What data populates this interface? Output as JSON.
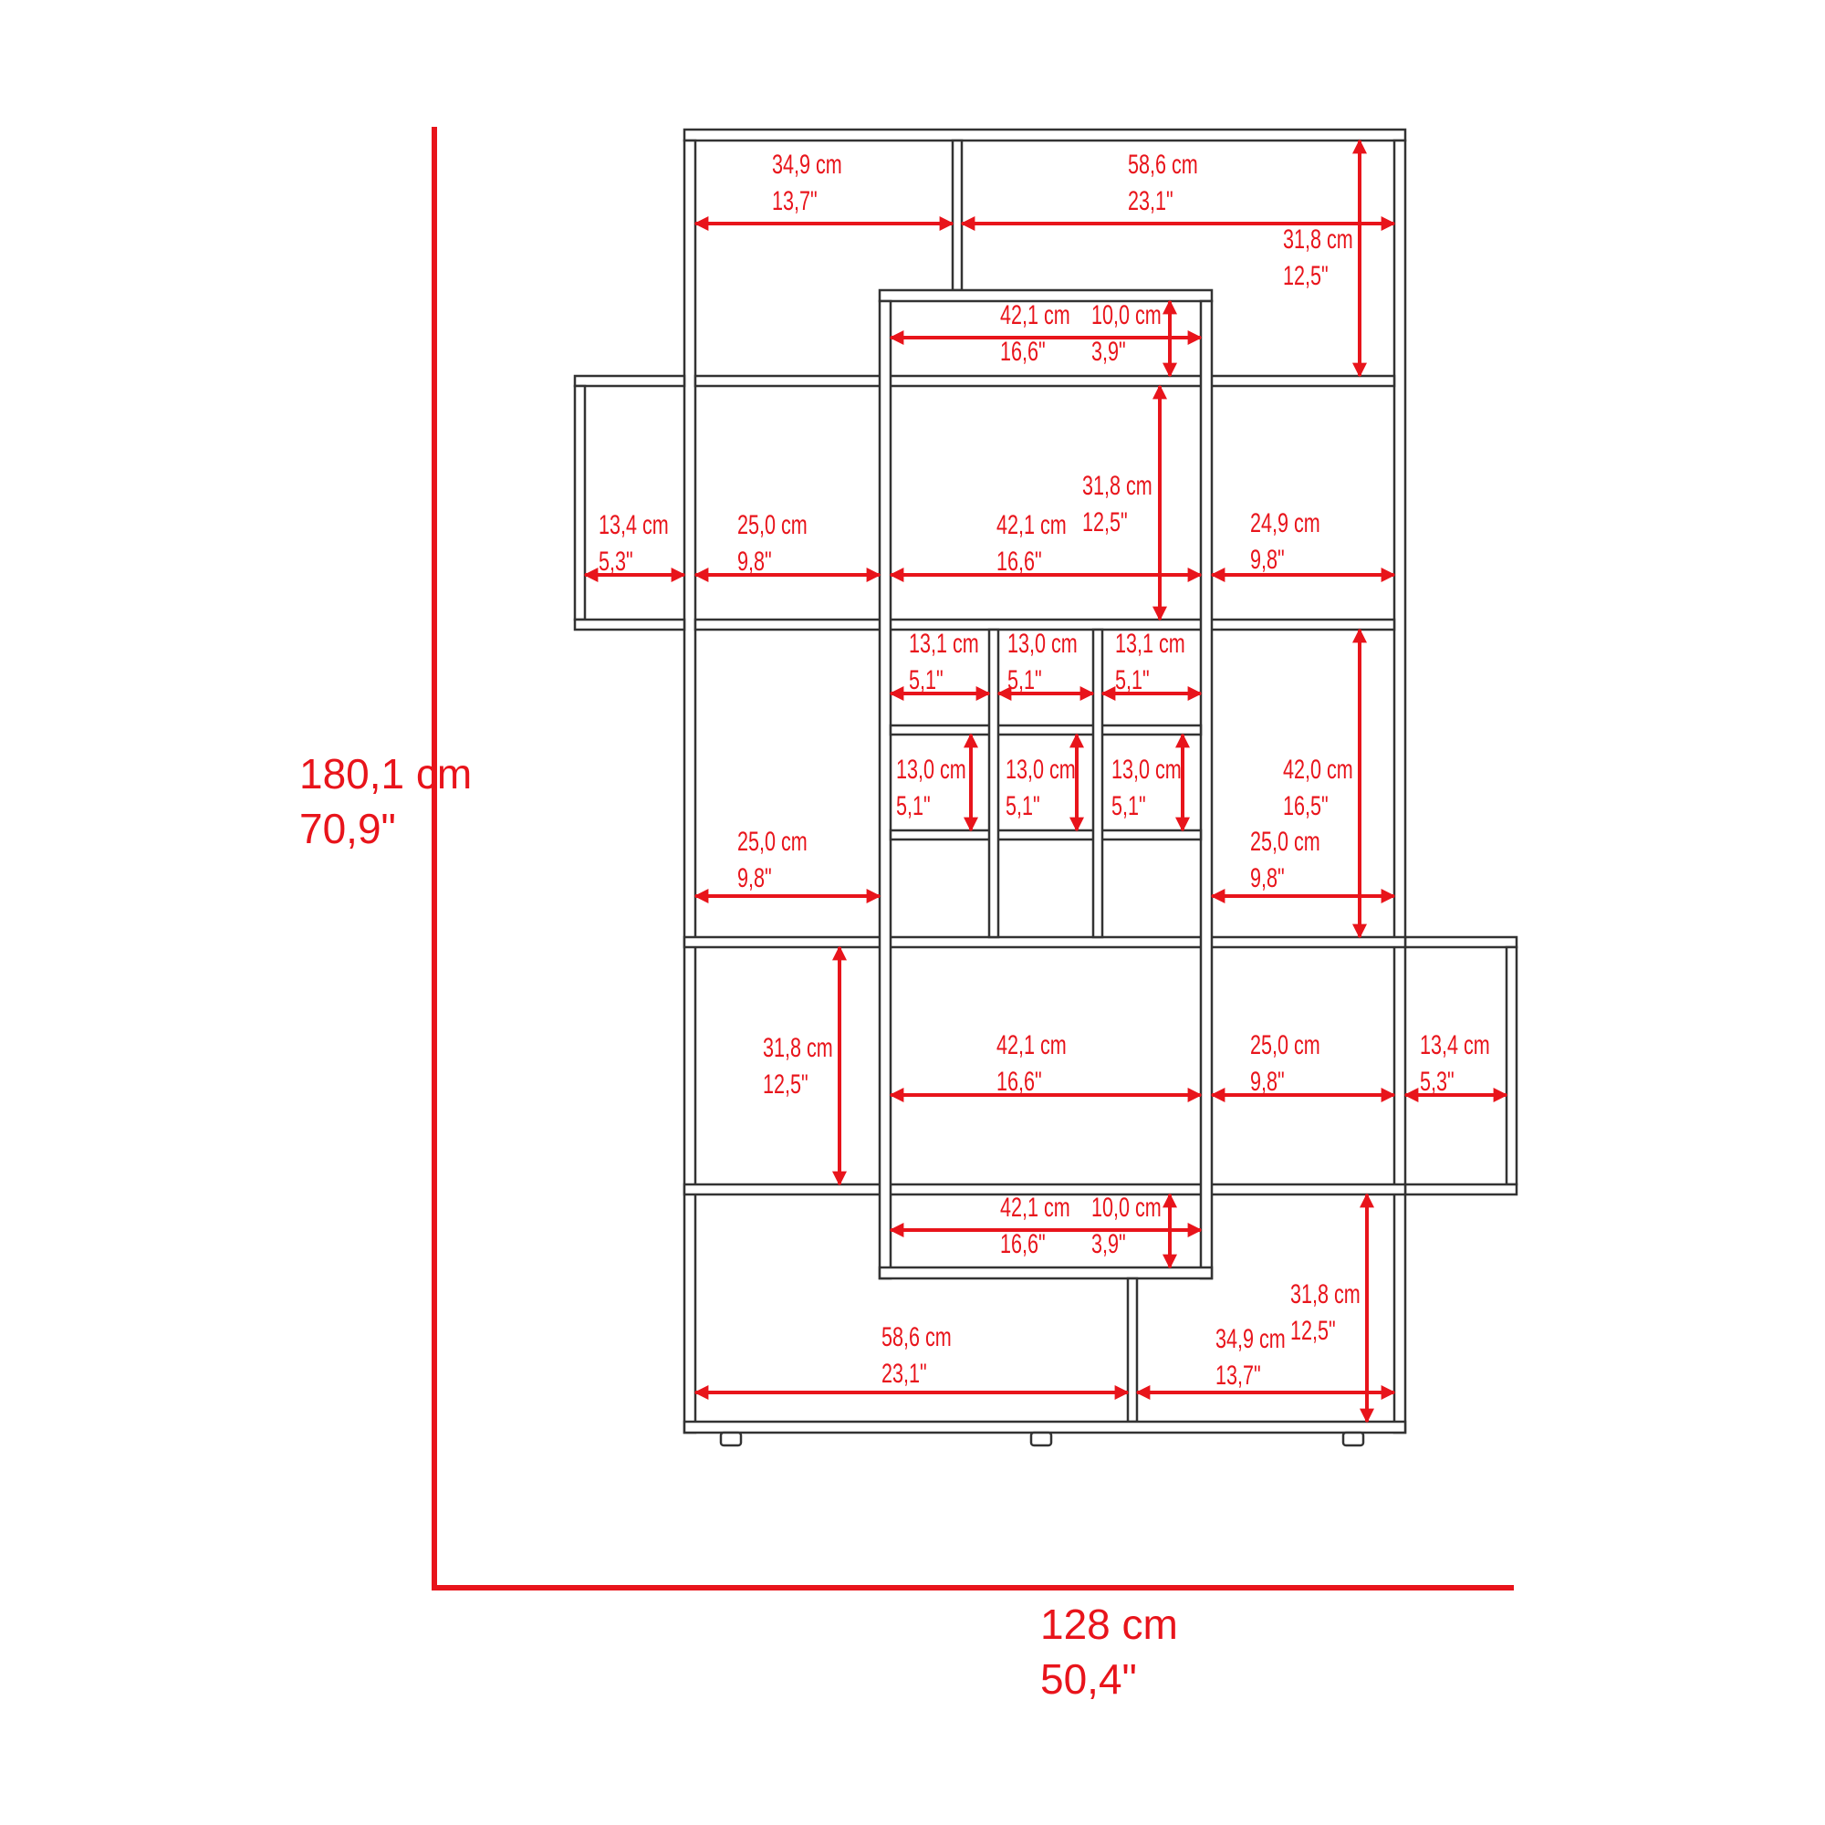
{
  "colors": {
    "dimension": "#e8141b",
    "furniture": "#333333",
    "background": "#ffffff"
  },
  "overall": {
    "height_cm": "180,1 cm",
    "height_in": "70,9\"",
    "width_cm": "128 cm",
    "width_in": "50,4\""
  },
  "dims": [
    {
      "cm": "34,9 cm",
      "in": "13,7\""
    },
    {
      "cm": "58,6 cm",
      "in": "23,1\""
    },
    {
      "cm": "31,8 cm",
      "in": "12,5\""
    },
    {
      "cm": "42,1 cm",
      "in": "16,6\""
    },
    {
      "cm": "10,0 cm",
      "in": "3,9\""
    },
    {
      "cm": "13,4 cm",
      "in": "5,3\""
    },
    {
      "cm": "25,0 cm",
      "in": "9,8\""
    },
    {
      "cm": "42,1 cm",
      "in": "16,6\""
    },
    {
      "cm": "31,8 cm",
      "in": "12,5\""
    },
    {
      "cm": "24,9 cm",
      "in": "9,8\""
    },
    {
      "cm": "13,1 cm",
      "in": "5,1\""
    },
    {
      "cm": "13,0 cm",
      "in": "5,1\""
    },
    {
      "cm": "13,1 cm",
      "in": "5,1\""
    },
    {
      "cm": "13,0 cm",
      "in": "5,1\""
    },
    {
      "cm": "13,0 cm",
      "in": "5,1\""
    },
    {
      "cm": "13,0 cm",
      "in": "5,1\""
    },
    {
      "cm": "42,0 cm",
      "in": "16,5\""
    },
    {
      "cm": "25,0 cm",
      "in": "9,8\""
    },
    {
      "cm": "25,0 cm",
      "in": "9,8\""
    },
    {
      "cm": "31,8 cm",
      "in": "12,5\""
    },
    {
      "cm": "42,1 cm",
      "in": "16,6\""
    },
    {
      "cm": "25,0 cm",
      "in": "9,8\""
    },
    {
      "cm": "13,4 cm",
      "in": "5,3\""
    },
    {
      "cm": "42,1 cm",
      "in": "16,6\""
    },
    {
      "cm": "10,0 cm",
      "in": "3,9\""
    },
    {
      "cm": "31,8 cm",
      "in": "12,5\""
    },
    {
      "cm": "58,6 cm",
      "in": "23,1\""
    },
    {
      "cm": "34,9 cm",
      "in": "13,7\""
    }
  ]
}
